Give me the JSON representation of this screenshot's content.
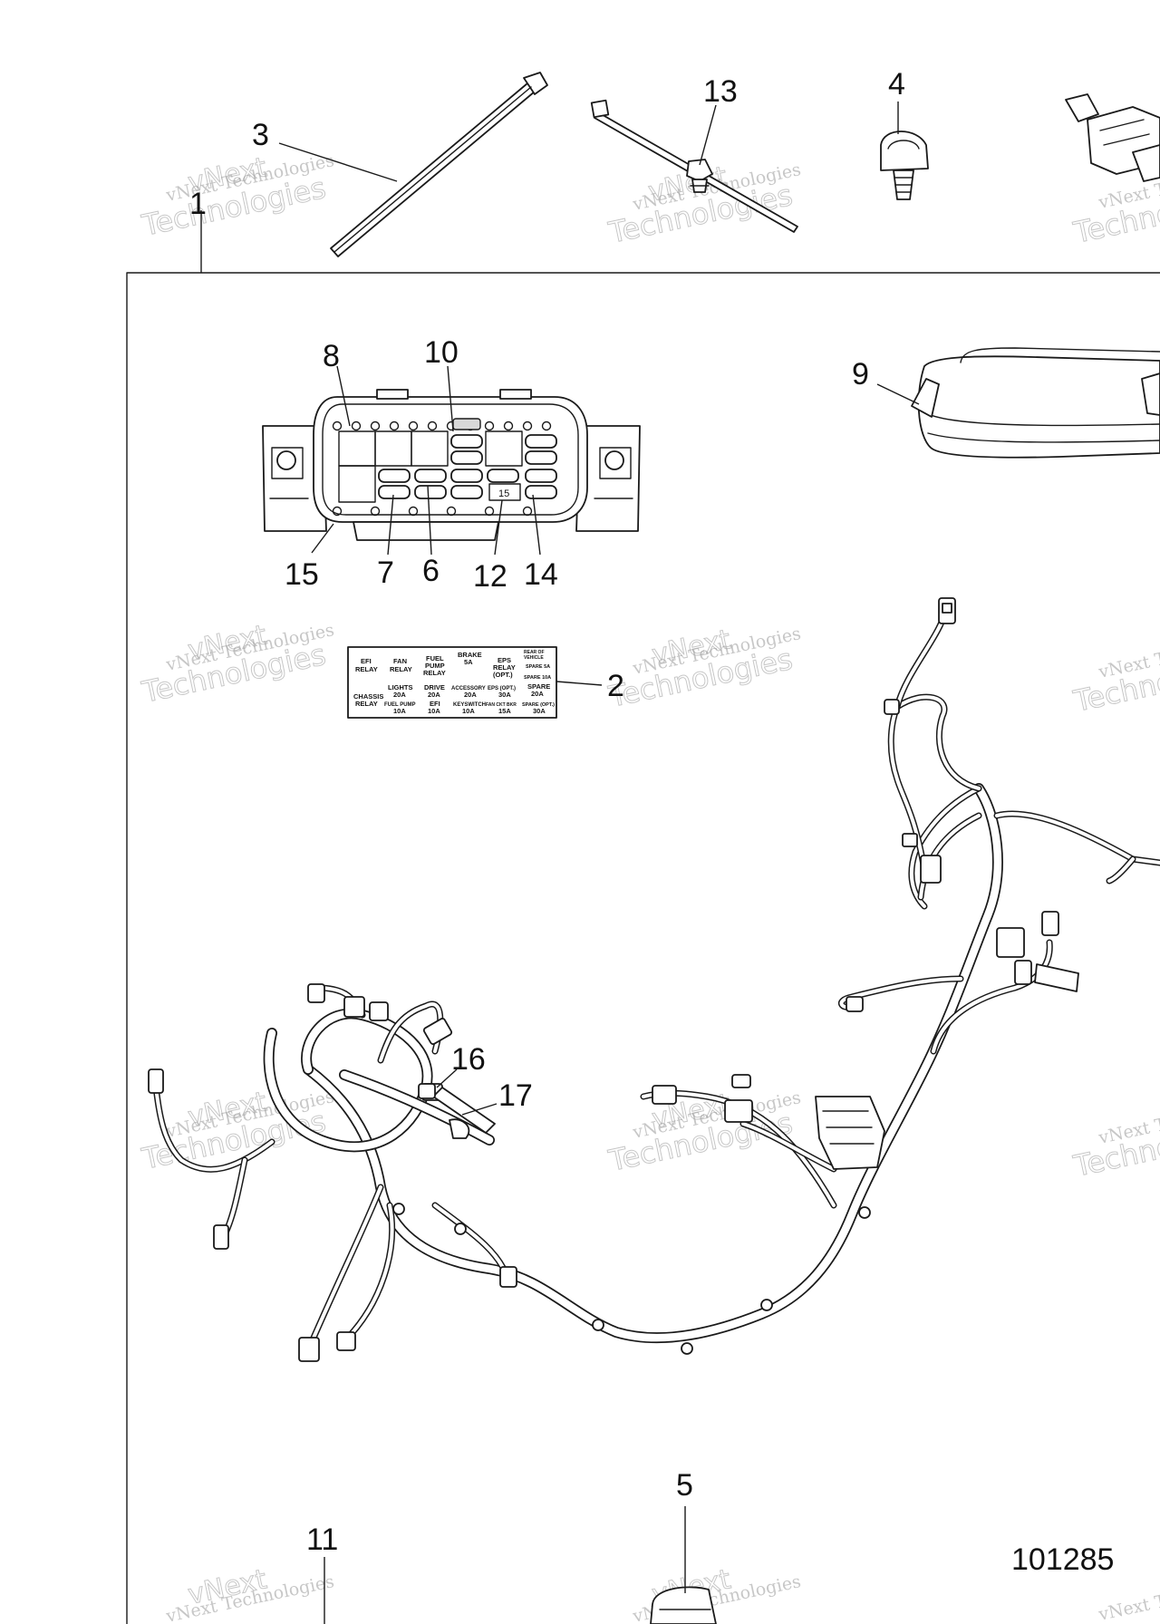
{
  "diagram": {
    "figure_number": "101285",
    "callouts": {
      "c1": "1",
      "c2": "2",
      "c3": "3",
      "c4": "4",
      "c5": "5",
      "c6": "6",
      "c7": "7",
      "c8": "8",
      "c9": "9",
      "c10": "10",
      "c11": "11",
      "c12": "12",
      "c13": "13",
      "c14": "14",
      "c15": "15",
      "c16": "16",
      "c17": "17",
      "c15b": "15"
    },
    "watermark": {
      "line1": "vNext Technologies",
      "line2": "Technologies",
      "line3": "vNext"
    },
    "fuse_label": {
      "efi_relay_1": "EFI",
      "efi_relay_2": "RELAY",
      "fan_relay_1": "FAN",
      "fan_relay_2": "RELAY",
      "fuel_pump_relay_1": "FUEL",
      "fuel_pump_relay_2": "PUMP",
      "fuel_pump_relay_3": "RELAY",
      "brake_1": "BRAKE",
      "brake_2": "5A",
      "eps_relay_1": "EPS",
      "eps_relay_2": "RELAY",
      "eps_relay_3": "(OPT.)",
      "rear_1": "REAR OF",
      "rear_2": "VEHICLE",
      "spare5": "SPARE 5A",
      "spare10": "SPARE 10A",
      "chassis_1": "CHASSIS",
      "chassis_2": "RELAY",
      "lights_1": "LIGHTS",
      "lights_2": "20A",
      "drive_1": "DRIVE",
      "drive_2": "20A",
      "accessory_1": "ACCESSORY",
      "accessory_2": "20A",
      "eps_opt_1": "EPS (OPT.)",
      "eps_opt_2": "30A",
      "spare20_1": "SPARE",
      "spare20_2": "20A",
      "fuel_pump_1": "FUEL PUMP",
      "fuel_pump_2": "10A",
      "efi_1": "EFI",
      "efi_2": "10A",
      "keyswitch_1": "KEYSWITCH",
      "keyswitch_2": "10A",
      "fan_ckt_1": "FAN CKT BKR",
      "fan_ckt_2": "15A",
      "spare_opt_1": "SPARE (OPT.)",
      "spare_opt_2": "30A"
    }
  }
}
